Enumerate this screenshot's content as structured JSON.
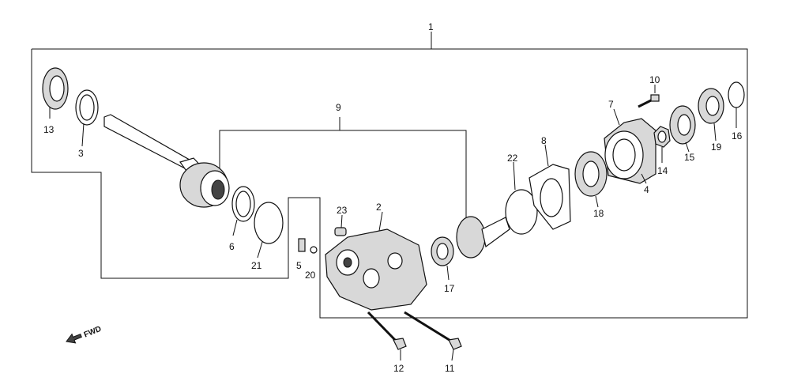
{
  "diagram": {
    "callouts": [
      "1",
      "2",
      "3",
      "4",
      "5",
      "6",
      "7",
      "8",
      "9",
      "10",
      "11",
      "12",
      "13",
      "14",
      "15",
      "16",
      "17",
      "18",
      "19",
      "20",
      "21",
      "22",
      "23"
    ],
    "fwd_label": "FWD"
  }
}
